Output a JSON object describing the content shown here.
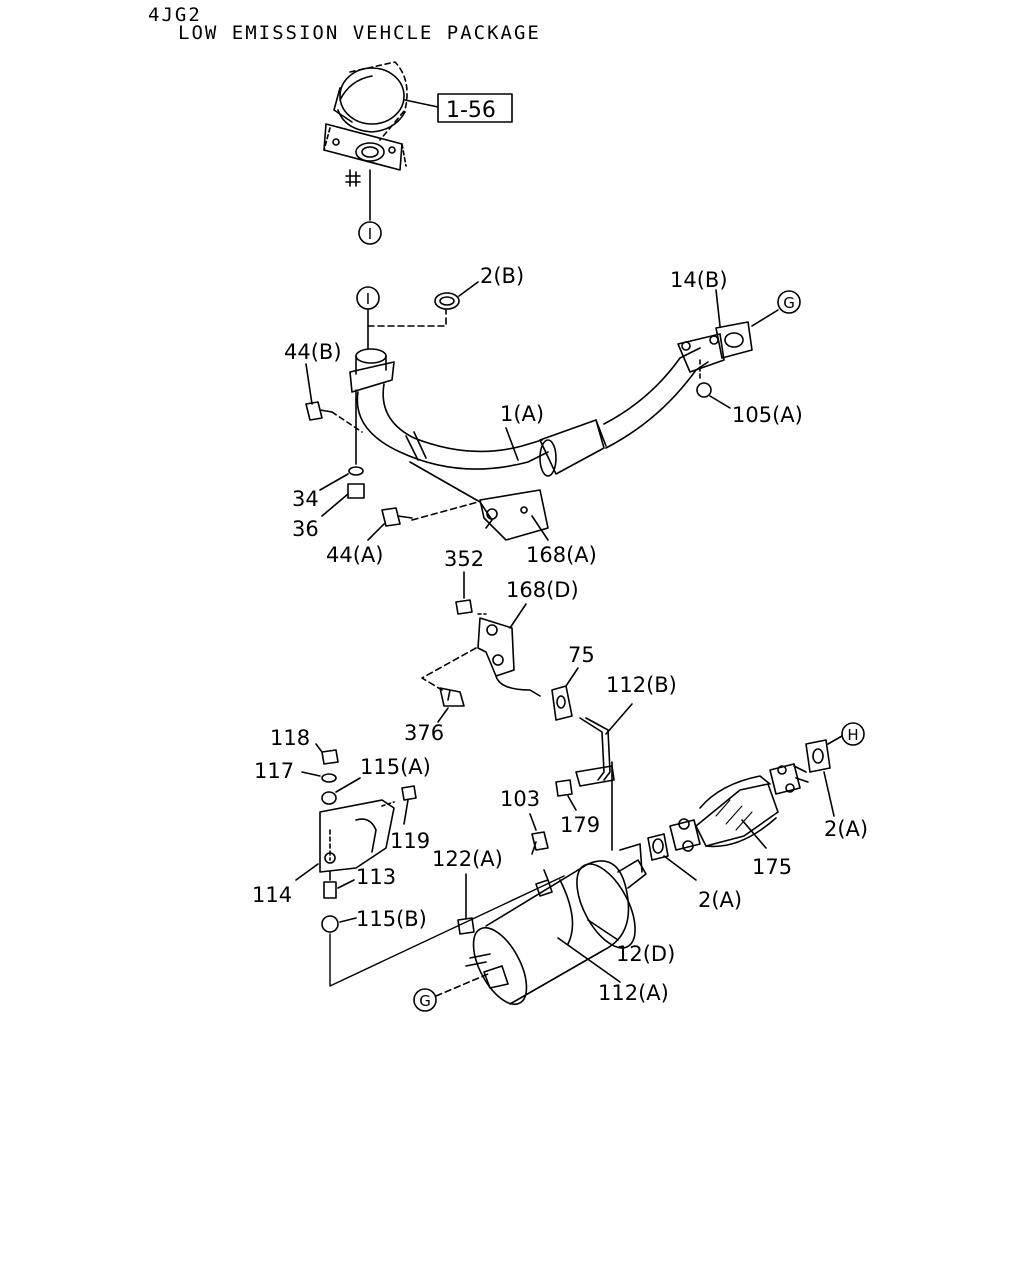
{
  "header": {
    "engine_code": "4JG2",
    "package_title": "LOW EMISSION VEHCLE PACKAGE"
  },
  "reference_box": "1-56",
  "connectors": {
    "I": "I",
    "G": "G",
    "H": "H"
  },
  "callouts": {
    "p_2B": "2(B)",
    "p_14B": "14(B)",
    "p_44B": "44(B)",
    "p_1A": "1(A)",
    "p_105A": "105(A)",
    "p_34": "34",
    "p_36": "36",
    "p_44A": "44(A)",
    "p_168A": "168(A)",
    "p_352": "352",
    "p_168D": "168(D)",
    "p_75": "75",
    "p_112B": "112(B)",
    "p_376": "376",
    "p_118": "118",
    "p_117": "117",
    "p_115A": "115(A)",
    "p_119": "119",
    "p_103": "103",
    "p_179": "179",
    "p_2A_right": "2(A)",
    "p_175": "175",
    "p_114": "114",
    "p_113": "113",
    "p_122A": "122(A)",
    "p_2A_mid": "2(A)",
    "p_115B": "115(B)",
    "p_12D": "12(D)",
    "p_112A": "112(A)"
  }
}
